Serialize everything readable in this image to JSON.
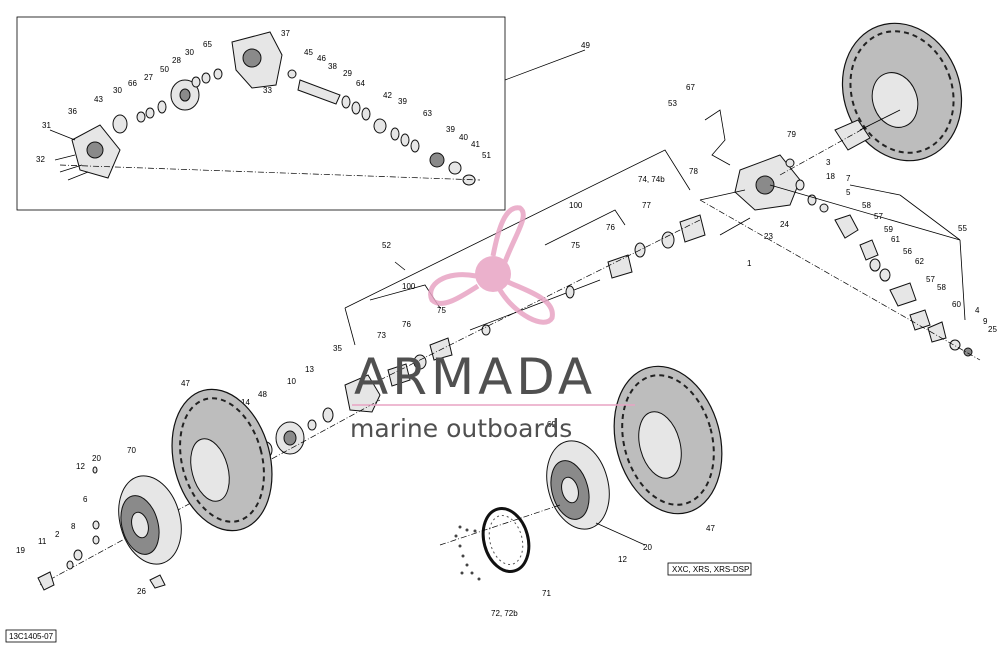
{
  "diagram_code": "13C1405-07",
  "model_label": "XXC, XRS, XRS-DSP",
  "watermark": {
    "brand": "ARMADA",
    "tagline": "marine outboards",
    "logo_color": "#e8a4c4"
  },
  "callouts": {
    "c49": "49",
    "c37": "37",
    "c65": "65",
    "c30a": "30",
    "c28": "28",
    "c50": "50",
    "c33": "33",
    "c45": "45",
    "c46": "46",
    "c38": "38",
    "c29": "29",
    "c64": "64",
    "c42": "42",
    "c39a": "39",
    "c63": "63",
    "c39b": "39",
    "c40": "40",
    "c41": "41",
    "c51": "51",
    "c43": "43",
    "c30b": "30",
    "c66": "66",
    "c27": "27",
    "c36": "36",
    "c31": "31",
    "c32": "32",
    "c67": "67",
    "c53": "53",
    "c79": "79",
    "c78": "78",
    "c3": "3",
    "c18": "18",
    "c7": "7",
    "c5": "5",
    "c24": "24",
    "c23": "23",
    "c1": "1",
    "c58a": "58",
    "c57a": "57",
    "c59": "59",
    "c55": "55",
    "c61": "61",
    "c56": "56",
    "c62": "62",
    "c57b": "57",
    "c58b": "58",
    "c4": "4",
    "c60": "60",
    "c9": "9",
    "c25": "25",
    "c74": "74, 74b",
    "c77": "77",
    "c100a": "100",
    "c76a": "76",
    "c75a": "75",
    "c52": "52",
    "c100b": "100",
    "c75b": "75",
    "c73": "73",
    "c76b": "76",
    "c35": "35",
    "c13": "13",
    "c10": "10",
    "c48": "48",
    "c14": "14",
    "c47a": "47",
    "c20a": "20",
    "c12a": "12",
    "c70": "70",
    "c6": "6",
    "c8": "8",
    "c2": "2",
    "c11": "11",
    "c19": "19",
    "c26": "26",
    "c69": "69",
    "c47b": "47",
    "c12b": "12",
    "c20b": "20",
    "c71": "71",
    "c72": "72, 72b"
  }
}
